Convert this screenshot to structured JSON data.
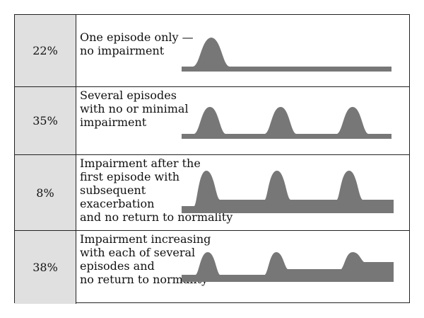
{
  "colors": {
    "curve_fill": "#777777",
    "label_bg": "#e0e0e0",
    "border": "#222222"
  },
  "rows": [
    {
      "percentage": "22%",
      "description": "One episode only —\nno impairment",
      "pattern": "single episode, full recovery"
    },
    {
      "percentage": "35%",
      "description": "Several episodes\nwith no or minimal\nimpairment",
      "pattern": "multiple episodes, full recovery"
    },
    {
      "percentage": "8%",
      "description": "Impairment after the\nfirst episode with\nsubsequent\nexacerbation\nand no return to normality",
      "pattern": "raised baseline after first episode"
    },
    {
      "percentage": "38%",
      "description": "Impairment increasing\nwith each of several\nepisodes and\nno return to normality",
      "pattern": "baseline rising stepwise"
    }
  ]
}
